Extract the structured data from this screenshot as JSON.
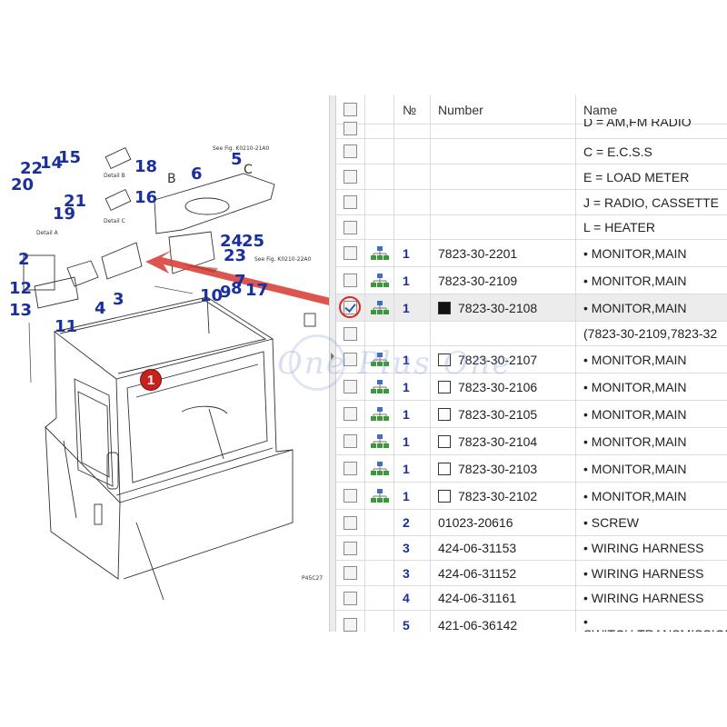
{
  "grid": {
    "columns": {
      "no": "№",
      "number": "Number",
      "name": "Name"
    },
    "rows": [
      {
        "no": "",
        "number": "",
        "name": "D = AM,FM RADIO",
        "tree": false,
        "square": "",
        "checked": false,
        "selected": false
      },
      {
        "no": "",
        "number": "",
        "name": "C = E.C.S.S",
        "tree": false,
        "square": "",
        "checked": false,
        "selected": false
      },
      {
        "no": "",
        "number": "",
        "name": "E = LOAD METER",
        "tree": false,
        "square": "",
        "checked": false,
        "selected": false
      },
      {
        "no": "",
        "number": "",
        "name": "J = RADIO, CASSETTE",
        "tree": false,
        "square": "",
        "checked": false,
        "selected": false
      },
      {
        "no": "",
        "number": "",
        "name": "L = HEATER",
        "tree": false,
        "square": "",
        "checked": false,
        "selected": false
      },
      {
        "no": "1",
        "number": "7823-30-2201",
        "name": "• MONITOR,MAIN",
        "tree": true,
        "square": "",
        "checked": false,
        "selected": false
      },
      {
        "no": "1",
        "number": "7823-30-2109",
        "name": "• MONITOR,MAIN",
        "tree": true,
        "square": "",
        "checked": false,
        "selected": false
      },
      {
        "no": "1",
        "number": "7823-30-2108",
        "name": "• MONITOR,MAIN",
        "tree": true,
        "square": "filled",
        "checked": true,
        "selected": true
      },
      {
        "no": "",
        "number": "",
        "name": "(7823-30-2109,7823-32",
        "tree": false,
        "square": "",
        "checked": false,
        "selected": false
      },
      {
        "no": "1",
        "number": "7823-30-2107",
        "name": "• MONITOR,MAIN",
        "tree": true,
        "square": "empty",
        "checked": false,
        "selected": false
      },
      {
        "no": "1",
        "number": "7823-30-2106",
        "name": "• MONITOR,MAIN",
        "tree": true,
        "square": "empty",
        "checked": false,
        "selected": false
      },
      {
        "no": "1",
        "number": "7823-30-2105",
        "name": "• MONITOR,MAIN",
        "tree": true,
        "square": "empty",
        "checked": false,
        "selected": false
      },
      {
        "no": "1",
        "number": "7823-30-2104",
        "name": "• MONITOR,MAIN",
        "tree": true,
        "square": "empty",
        "checked": false,
        "selected": false
      },
      {
        "no": "1",
        "number": "7823-30-2103",
        "name": "• MONITOR,MAIN",
        "tree": true,
        "square": "empty",
        "checked": false,
        "selected": false
      },
      {
        "no": "1",
        "number": "7823-30-2102",
        "name": "• MONITOR,MAIN",
        "tree": true,
        "square": "empty",
        "checked": false,
        "selected": false
      },
      {
        "no": "2",
        "number": "01023-20616",
        "name": "• SCREW",
        "tree": false,
        "square": "",
        "checked": false,
        "selected": false
      },
      {
        "no": "3",
        "number": "424-06-31153",
        "name": "• WIRING HARNESS",
        "tree": false,
        "square": "",
        "checked": false,
        "selected": false
      },
      {
        "no": "3",
        "number": "424-06-31152",
        "name": "• WIRING HARNESS",
        "tree": false,
        "square": "",
        "checked": false,
        "selected": false
      },
      {
        "no": "4",
        "number": "424-06-31161",
        "name": "• WIRING HARNESS",
        "tree": false,
        "square": "",
        "checked": false,
        "selected": false
      },
      {
        "no": "5",
        "number": "421-06-36142",
        "name": "• SWITCH,TRANSMISSION CUT-OFF",
        "tree": false,
        "square": "",
        "checked": false,
        "selected": false
      }
    ]
  },
  "diagram": {
    "callouts": [
      "22",
      "14",
      "15",
      "20",
      "21",
      "19",
      "18",
      "16",
      "6",
      "5",
      "24",
      "25",
      "23",
      "7",
      "8",
      "9",
      "10",
      "17",
      "2",
      "12",
      "13",
      "4",
      "3",
      "11"
    ],
    "marker": "1",
    "letters": {
      "b": "B",
      "c": "C"
    },
    "notes": {
      "detail_a": "Detail A",
      "detail_b": "Detail B",
      "detail_c": "Detail C",
      "see_1": "See Fig. K0210-21A0",
      "see_2": "See Fig. K0210-22A0",
      "figcode": "P45C27"
    }
  },
  "watermark": "One Plus One",
  "colors": {
    "callout": "#1a2f9e",
    "marker": "#c9211e",
    "arrow": "#d9433c",
    "tree_icon": "#3a9a3a",
    "tree_icon_top": "#3d6fc2"
  },
  "icons": {
    "tree": "hierarchy-icon",
    "check": "checkbox-icon"
  }
}
